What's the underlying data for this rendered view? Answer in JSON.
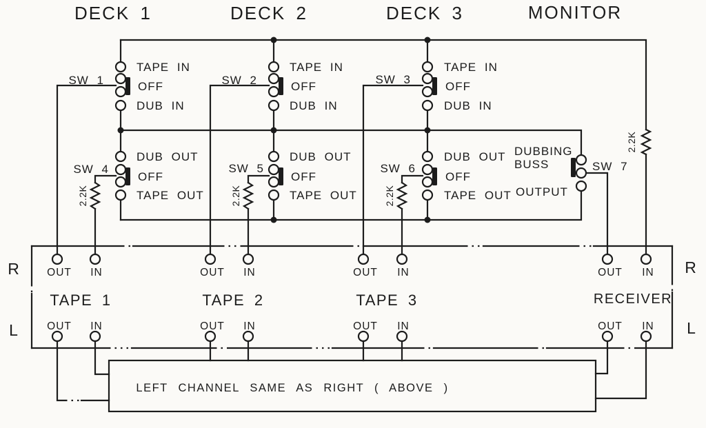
{
  "schematic": {
    "deck_headers": {
      "deck1": "DECK 1",
      "deck2": "DECK 2",
      "deck3": "DECK 3",
      "monitor": "MONITOR"
    },
    "switches": {
      "sw1": "SW 1",
      "sw2": "SW 2",
      "sw3": "SW 3",
      "sw4": "SW 4",
      "sw5": "SW 5",
      "sw6": "SW 6",
      "sw7": "SW 7"
    },
    "contacts": {
      "tape_in": "TAPE IN",
      "off": "OFF",
      "dub_in": "DUB IN",
      "dub_out": "DUB OUT",
      "tape_out": "TAPE OUT",
      "dubbing": "DUBBING",
      "buss": "BUSS",
      "output": "OUTPUT"
    },
    "resistor_value": "2.2K",
    "panel": {
      "right": "R",
      "left": "L",
      "out": "OUT",
      "in": "IN",
      "units": {
        "tape1": "TAPE 1",
        "tape2": "TAPE 2",
        "tape3": "TAPE 3",
        "receiver": "RECEIVER"
      }
    },
    "note": "LEFT CHANNEL SAME AS RIGHT ( ABOVE )",
    "colors": {
      "ink": "#1c1c1c",
      "paper": "#fbfaf7"
    }
  }
}
